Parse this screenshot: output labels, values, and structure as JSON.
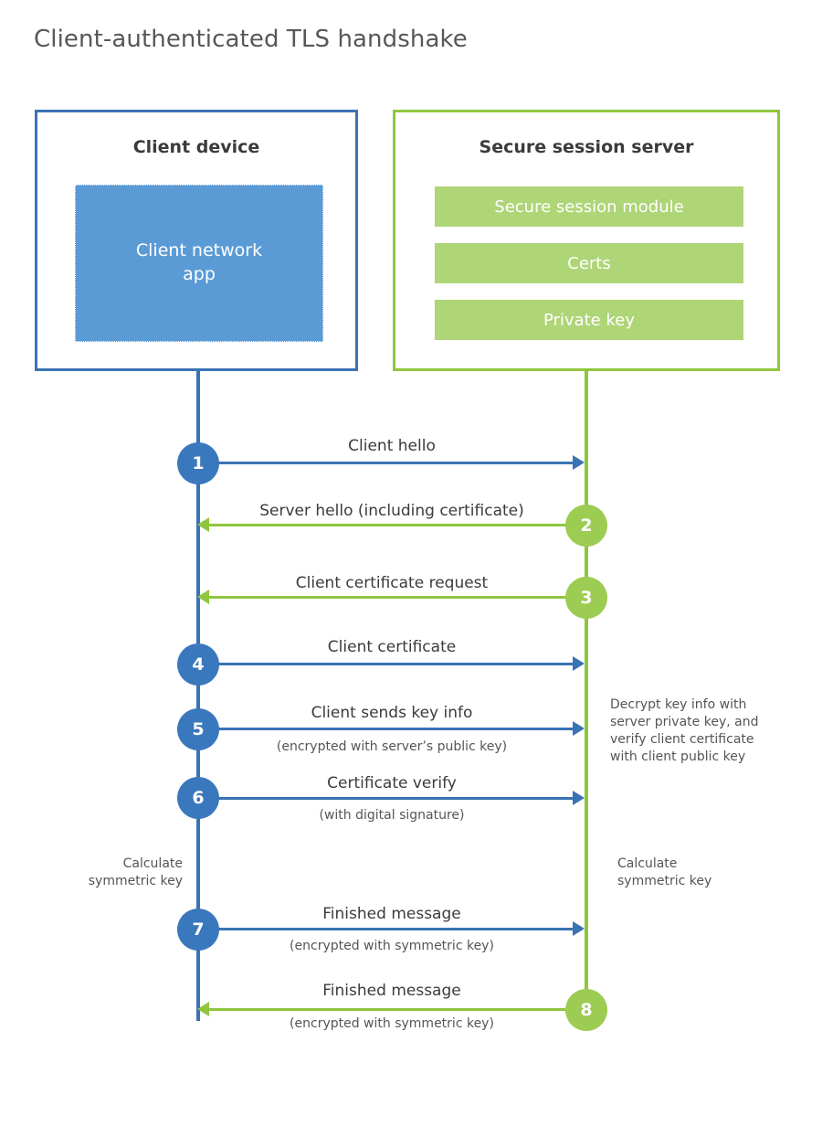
{
  "title": "Client-authenticated TLS handshake",
  "colors": {
    "client_blue_border": "#3a73b3",
    "client_blue_fill": "#5b9bd5",
    "client_circle": "#3a78bd",
    "server_green_border": "#8fc63d",
    "server_green_fill": "#aed576",
    "server_circle": "#9ccc52",
    "text_dark": "#3b3b3b",
    "text_muted": "#555555",
    "title_color": "#575757"
  },
  "entities": {
    "client": {
      "title": "Client device",
      "app_line1": "Client network",
      "app_line2": "app"
    },
    "server": {
      "title": "Secure session server",
      "bars": [
        {
          "label": "Secure session module"
        },
        {
          "label": "Certs"
        },
        {
          "label": "Private key"
        }
      ]
    }
  },
  "steps": [
    {
      "number": "1",
      "label": "Client hello",
      "sublabel": "",
      "direction": "client-to-server"
    },
    {
      "number": "2",
      "label": "Server hello (including certificate)",
      "sublabel": "",
      "direction": "server-to-client"
    },
    {
      "number": "3",
      "label": "Client certificate request",
      "sublabel": "",
      "direction": "server-to-client"
    },
    {
      "number": "4",
      "label": "Client certificate",
      "sublabel": "",
      "direction": "client-to-server"
    },
    {
      "number": "5",
      "label": "Client sends key info",
      "sublabel": "(encrypted with server’s public key)",
      "direction": "client-to-server"
    },
    {
      "number": "6",
      "label": "Certificate verify",
      "sublabel": "(with digital signature)",
      "direction": "client-to-server"
    },
    {
      "number": "7",
      "label": "Finished message",
      "sublabel": "(encrypted with symmetric key)",
      "direction": "client-to-server"
    },
    {
      "number": "8",
      "label": "Finished message",
      "sublabel": "(encrypted with symmetric key)",
      "direction": "server-to-client"
    }
  ],
  "annotations": {
    "decrypt": {
      "line1": "Decrypt key info with",
      "line2": "server private key, and",
      "line3": "verify client certificate",
      "line4": "with client public key"
    },
    "calc_left": {
      "line1": "Calculate",
      "line2": "symmetric key"
    },
    "calc_right": {
      "line1": "Calculate",
      "line2": "symmetric key"
    }
  }
}
